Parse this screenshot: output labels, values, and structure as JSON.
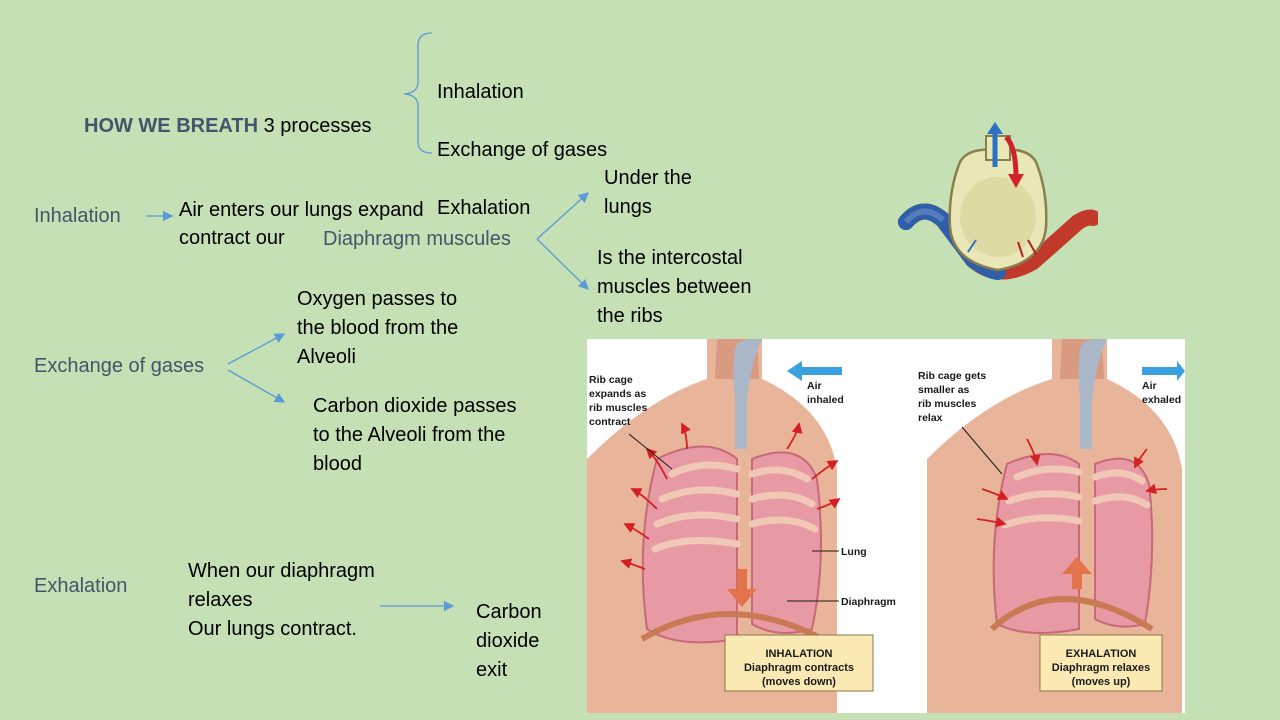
{
  "header": {
    "title_bold": "HOW WE BREATH",
    "title_rest": " 3 processes",
    "processes": [
      "Inhalation",
      "Exchange of gases",
      "Exhalation"
    ]
  },
  "inhalation": {
    "label": "Inhalation",
    "text_line1": "Air enters our lungs expand",
    "text_line2": "contract our",
    "muscle": "Diaphragm muscules",
    "branch1": "Under the\nlungs",
    "branch2": "Is the intercostal\nmuscles between\nthe ribs"
  },
  "exchange": {
    "label": "Exchange of gases",
    "branch1": "Oxygen passes to\nthe blood from the\nAlveoli",
    "branch2": "Carbon dioxide passes\nto the Alveoli from the\nblood"
  },
  "exhalation": {
    "label": "Exhalation",
    "text": "When our diaphragm\nrelaxes\nOur lungs contract.",
    "result": "Carbon\ndioxide\nexit"
  },
  "figure": {
    "left_callout": "Rib cage\nexpands as\nrib muscles\ncontract",
    "left_air": "Air\ninhaled",
    "lung": "Lung",
    "diaphragm": "Diaphragm",
    "left_box_title": "INHALATION",
    "left_box_line1": "Diaphragm contracts",
    "left_box_line2": "(moves down)",
    "right_callout": "Rib cage gets\nsmaller as\nrib muscles\nrelax",
    "right_air": "Air\nexhaled",
    "right_box_title": "EXHALATION",
    "right_box_line1": "Diaphragm relaxes",
    "right_box_line2": "(moves up)"
  },
  "colors": {
    "background": "#c5e0b4",
    "label_text": "#44546a",
    "connector": "#5b9bd5"
  }
}
